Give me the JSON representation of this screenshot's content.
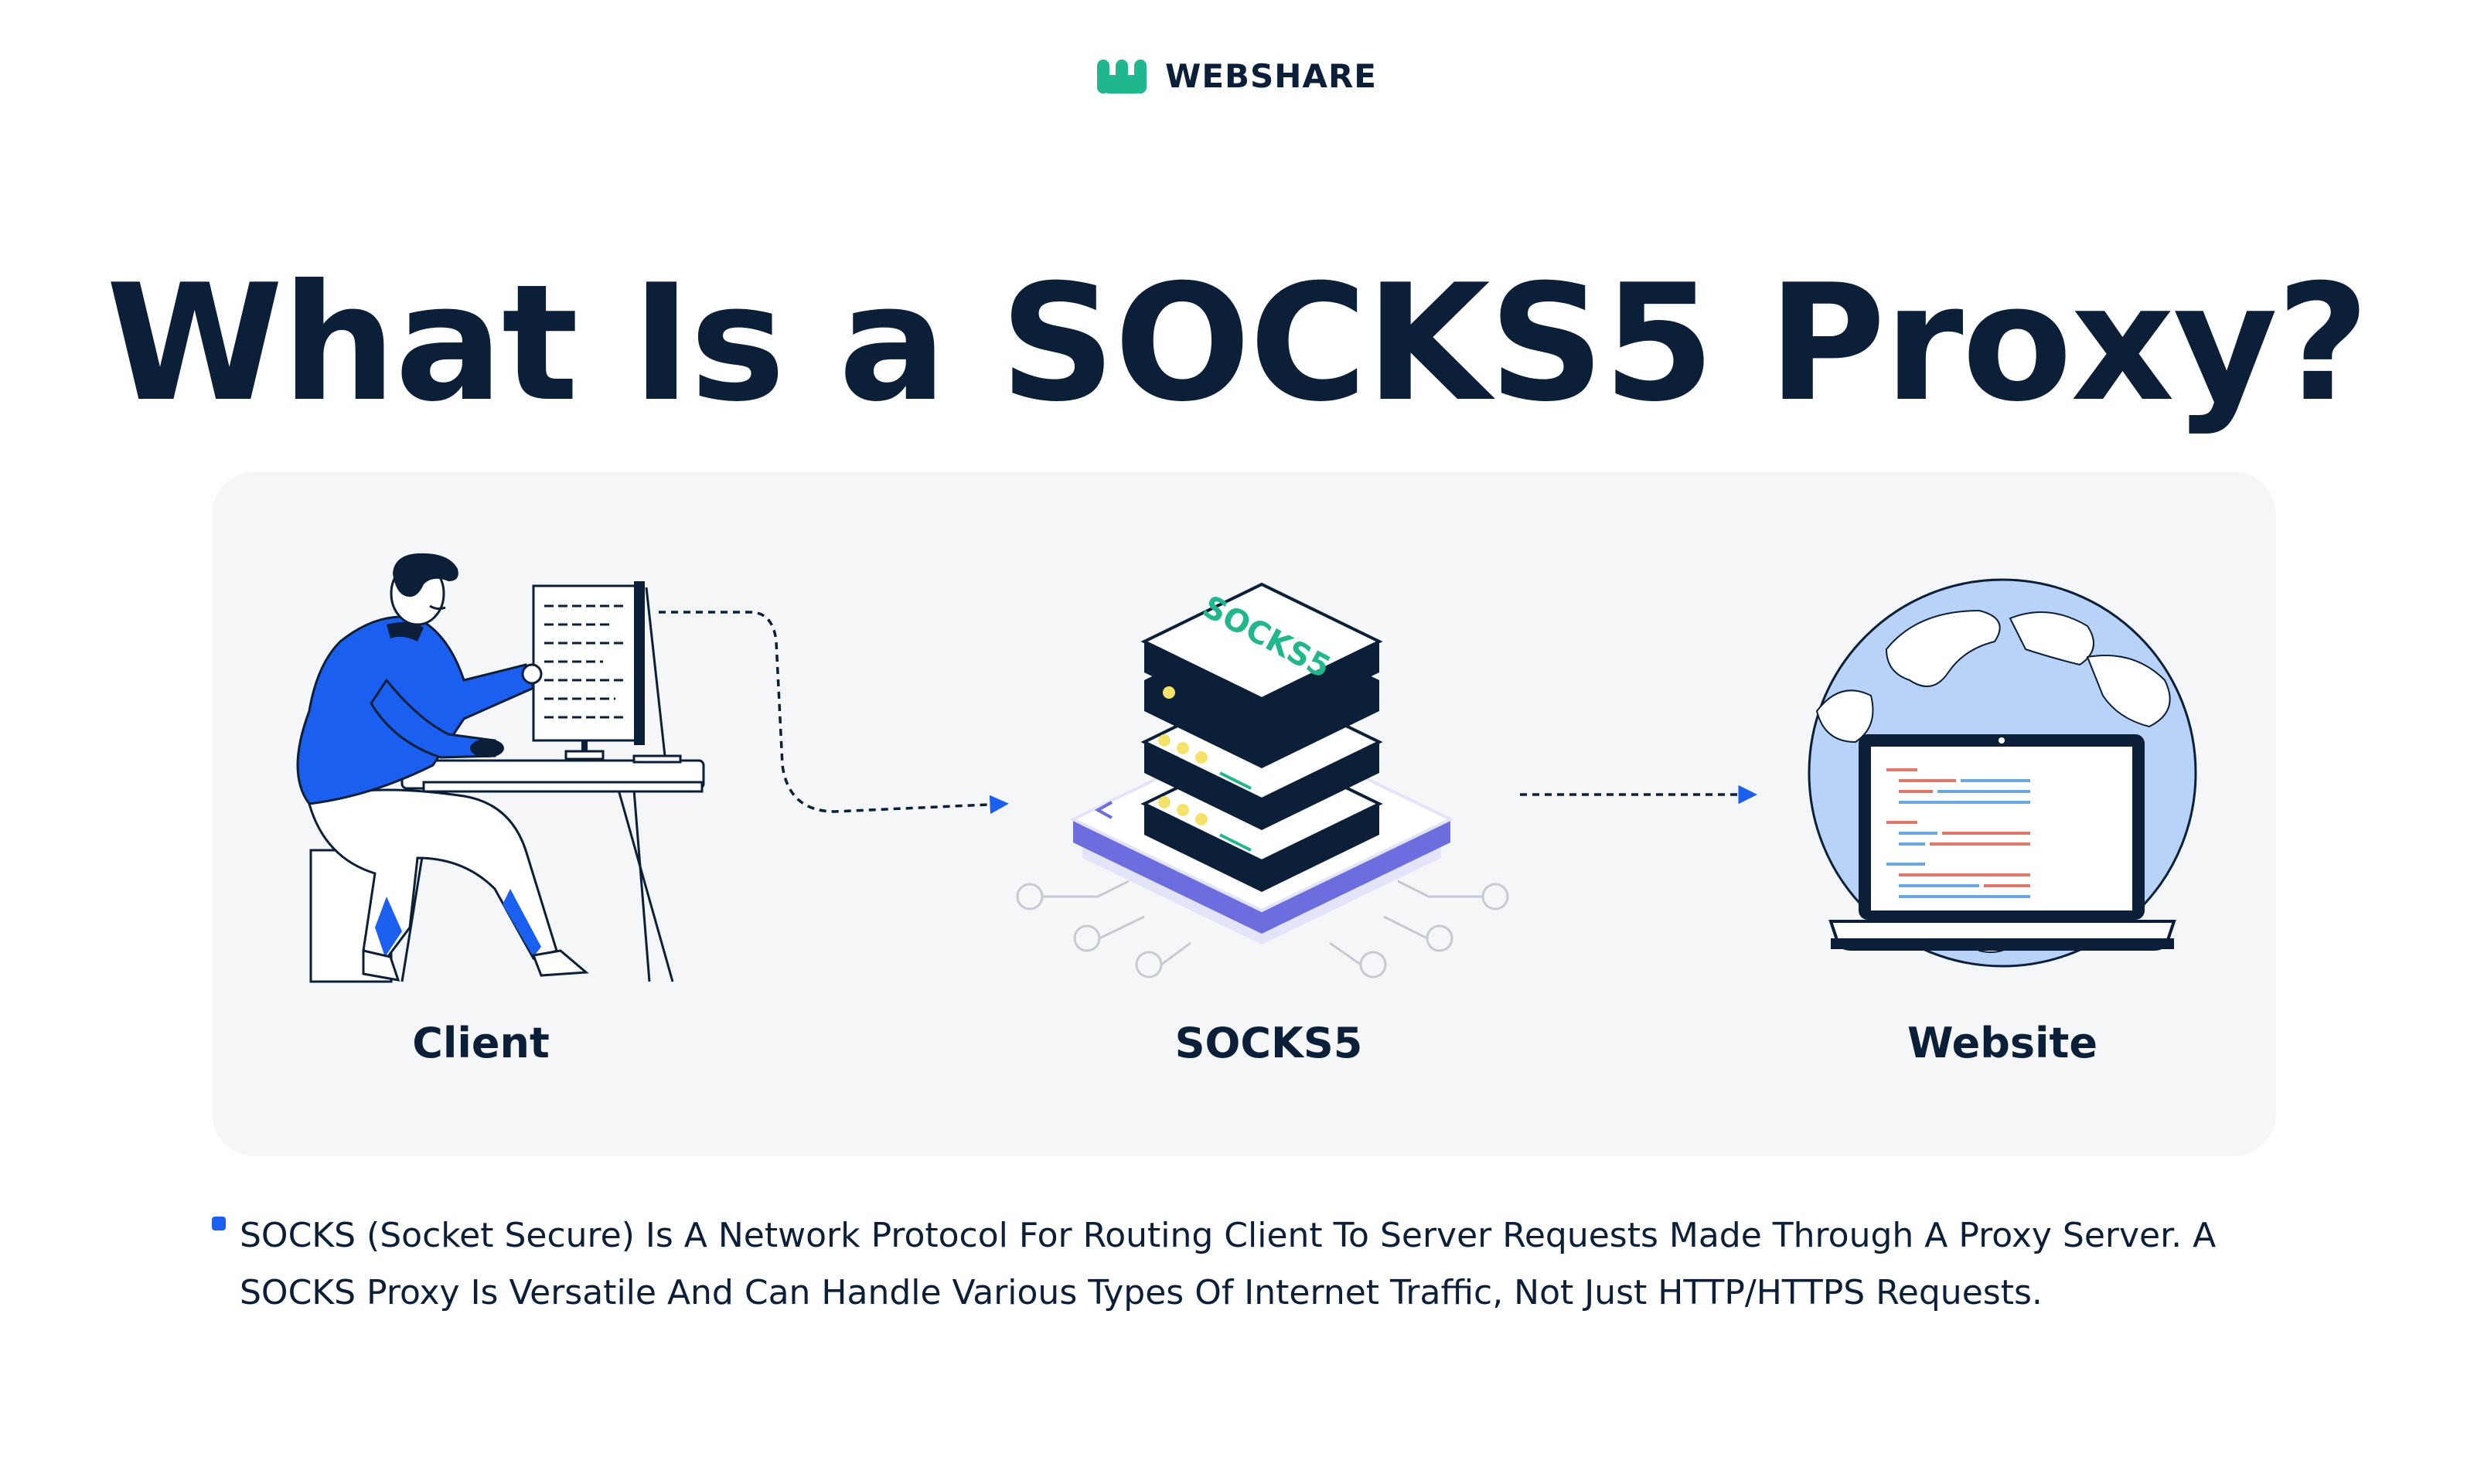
{
  "brand": {
    "name": "WEBSHARE",
    "logo_icon": "webshare-logo-icon",
    "accent_color": "#21b78c"
  },
  "title": "What Is a SOCKS5 Proxy?",
  "diagram": {
    "nodes": [
      {
        "label": "Client",
        "icon": "person-at-computer-icon"
      },
      {
        "label": "SOCKS5",
        "icon": "server-stack-icon",
        "server_label": "SOCKS5"
      },
      {
        "label": "Website",
        "icon": "globe-laptop-icon"
      }
    ],
    "edges": [
      {
        "from": "Client",
        "to": "SOCKS5",
        "style": "dashed-arrow"
      },
      {
        "from": "SOCKS5",
        "to": "Website",
        "style": "dashed-arrow"
      }
    ],
    "colors": {
      "panel": "#f4f6f8",
      "primary_blue": "#1a5ff0",
      "dark_navy": "#0b1f38",
      "globe_blue": "#b9d3f8",
      "platform_purple": "#6c6ee0"
    }
  },
  "description": "SOCKS (Socket Secure) Is A Network Protocol For Routing Client To Server Requests Made Through A Proxy Server. A SOCKS Proxy Is Versatile And Can Handle Various Types Of Internet Traffic, Not Just HTTP/HTTPS Requests."
}
